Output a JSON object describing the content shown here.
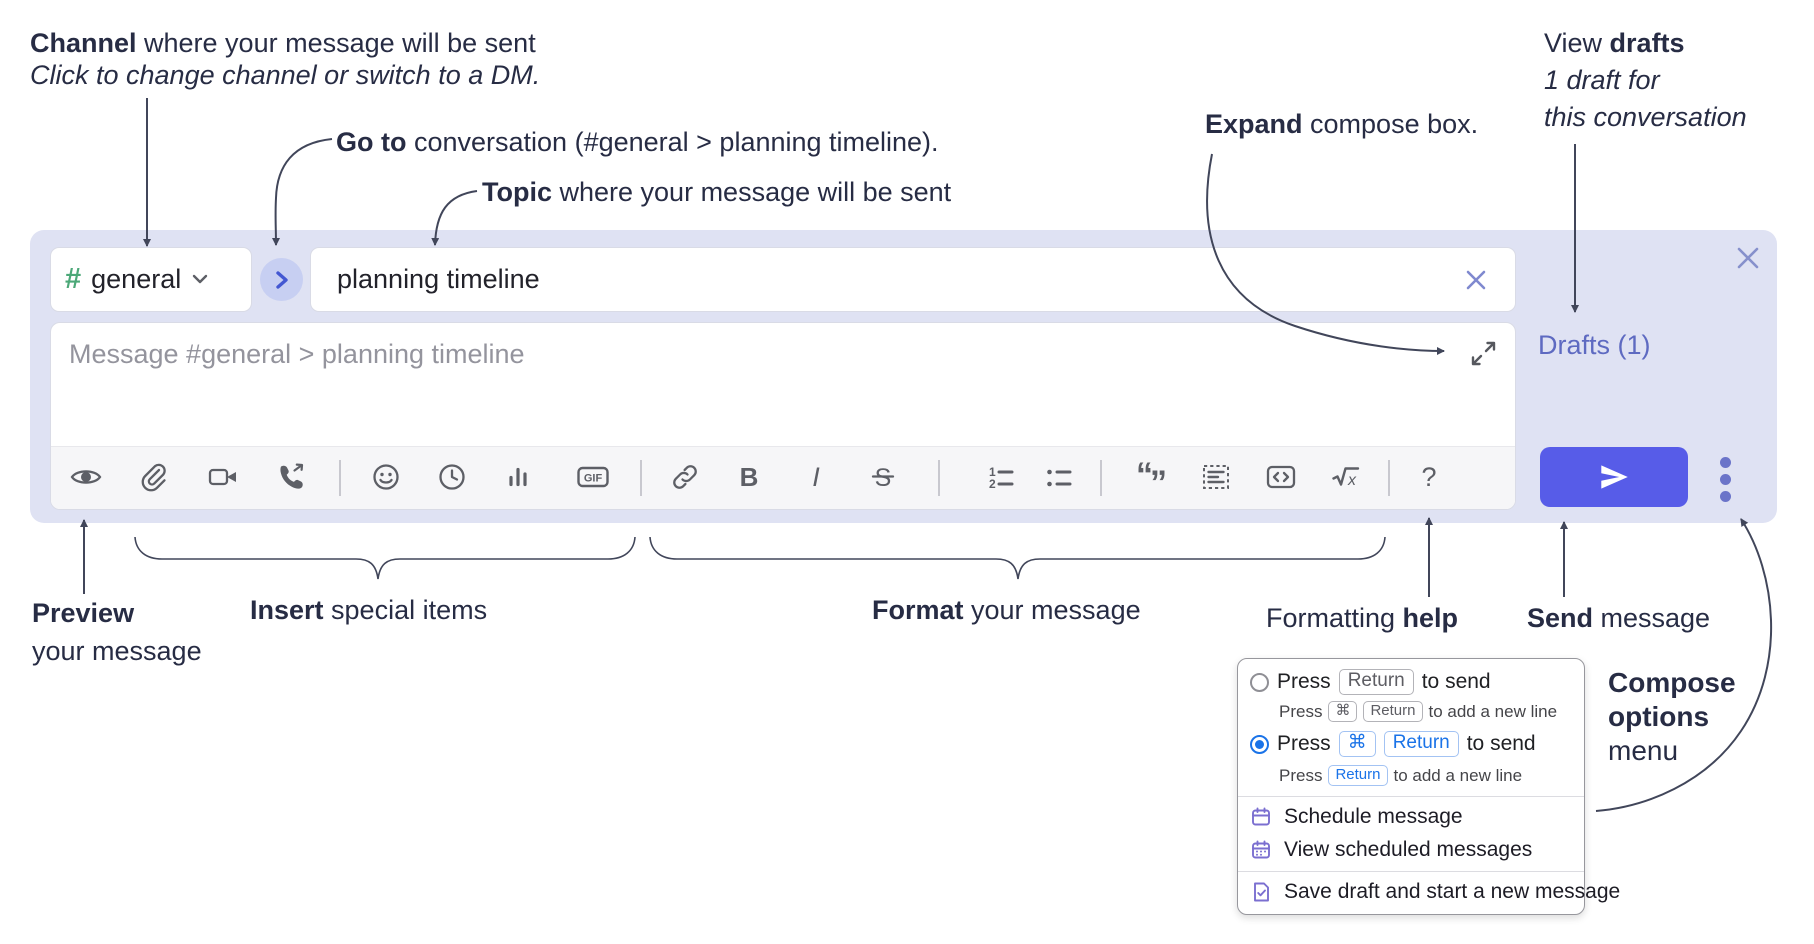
{
  "annotations": {
    "channel": {
      "bold": "Channel",
      "rest": " where your message will be sent",
      "sub": "Click to change channel or switch to a DM."
    },
    "goto": {
      "bold": "Go to",
      "rest": " conversation (#general > planning timeline)."
    },
    "topic": {
      "bold": "Topic",
      "rest": " where your message will be sent"
    },
    "expand": {
      "bold": "Expand",
      "rest": " compose box."
    },
    "drafts": {
      "pre": "View ",
      "bold": "drafts",
      "line2": "1 draft for",
      "line3": "this conversation"
    },
    "preview": {
      "bold": "Preview",
      "line2": "your message"
    },
    "insert": {
      "bold": "Insert",
      "rest": " special items"
    },
    "format": {
      "bold": "Format",
      "rest": " your message"
    },
    "help": {
      "pre": "Formatting ",
      "bold": "help"
    },
    "send": {
      "bold": "Send",
      "rest": " message"
    },
    "compose_menu": {
      "line1": "Compose",
      "line2": "options",
      "line3": "menu"
    }
  },
  "composer": {
    "channel_hash": "#",
    "channel_name": "general",
    "topic_value": "planning timeline",
    "message_placeholder": "Message #general > planning timeline",
    "drafts_label": "Drafts (1)"
  },
  "toolbar_icons": {
    "gif": "GIF",
    "bold": "B",
    "italic": "I",
    "strike": "S",
    "help": "?",
    "sqrt_x": "x",
    "ol1": "1",
    "ol2": "2",
    "quote_open": "“",
    "quote_close": "”"
  },
  "menu": {
    "option1": {
      "press": "Press",
      "key1": "Return",
      "after": "to send",
      "sub_press": "Press",
      "sub_key1": "⌘",
      "sub_key2": "Return",
      "sub_after": "to add a new line"
    },
    "option2": {
      "press": "Press",
      "key1": "⌘",
      "key2": "Return",
      "after": "to send",
      "sub_press": "Press",
      "sub_key1": "Return",
      "sub_after": "to add a new line"
    },
    "items": [
      {
        "label": "Schedule message"
      },
      {
        "label": "View scheduled messages"
      },
      {
        "label": "Save draft and start a new message"
      }
    ]
  },
  "colors": {
    "panel_bg": "#dfe2f3",
    "send_button": "#575ce8",
    "drafts_link": "#5e6ac1",
    "hash_green": "#4ca878",
    "jump_circle_bg": "#c7cff2",
    "jump_chevron": "#4357d2",
    "radio_selected_blue": "#1a73e8",
    "menu_icon_purple": "#7b6fd0",
    "toolbar_icon_gray": "#5d5f66",
    "annotation_ink": "#272c44"
  }
}
